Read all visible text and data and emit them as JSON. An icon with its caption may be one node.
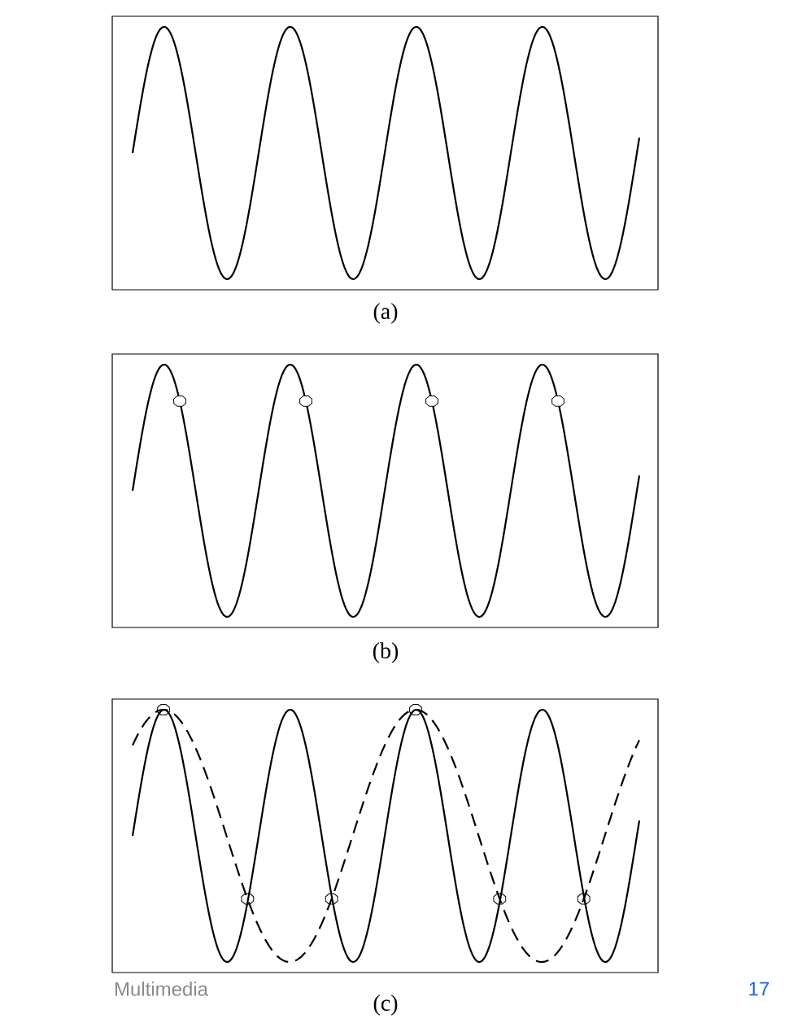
{
  "diagram": {
    "labels": [
      "(a)",
      "(b)",
      "(c)",
      "Multimedia",
      "17"
    ]
  }
}
